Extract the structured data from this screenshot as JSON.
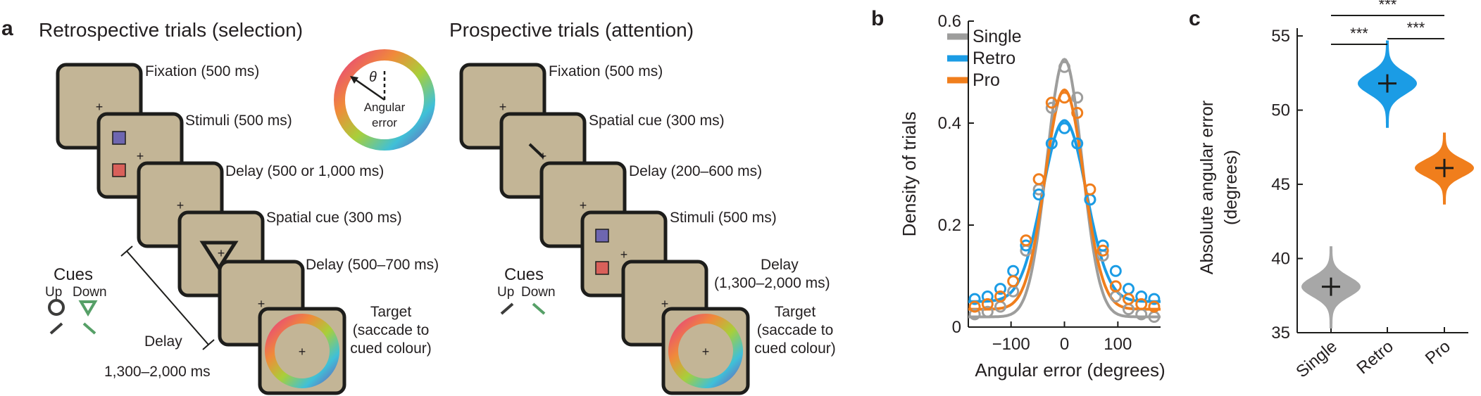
{
  "panel_a": {
    "label": "a",
    "retro": {
      "title": "Retrospective trials (selection)",
      "title_color": "#3b8fd1",
      "steps": [
        "Fixation (500 ms)",
        "Stimuli (500 ms)",
        "Delay (500 or 1,000 ms)",
        "Spatial cue (300 ms)",
        "Delay (500–700 ms)"
      ],
      "target": [
        "Target",
        "(saccade to",
        "cued colour)"
      ],
      "delay_label": "Delay",
      "delay_range": "1,300–2,000 ms",
      "cues": {
        "title": "Cues",
        "up": "Up",
        "down": "Down",
        "down_color": "#56a067"
      },
      "wheel": {
        "theta": "θ",
        "label_line1": "Angular",
        "label_line2": "error"
      }
    },
    "pro": {
      "title": "Prospective trials (attention)",
      "title_color": "#f0892b",
      "steps": [
        "Fixation (500 ms)",
        "Spatial cue (300 ms)",
        "Delay (200–600 ms)",
        "Stimuli (500 ms)",
        "Delay",
        "(1,300–2,000 ms)"
      ],
      "target": [
        "Target",
        "(saccade to",
        "cued colour)"
      ],
      "cues": {
        "title": "Cues",
        "up": "Up",
        "down": "Down"
      }
    },
    "stimulus_colors": {
      "upper": "#6e66b0",
      "lower": "#d9605a"
    }
  },
  "chart_data": [
    {
      "panel": "b",
      "type": "line",
      "xlabel": "Angular error (degrees)",
      "ylabel": "Density of trials",
      "xlim": [
        -180,
        180
      ],
      "ylim": [
        0,
        0.6
      ],
      "xticks": [
        "−100",
        "0",
        "100"
      ],
      "yticks": [
        "0",
        "0.2",
        "0.4",
        "0.6"
      ],
      "x": [
        -168,
        -144,
        -120,
        -96,
        -72,
        -48,
        -24,
        0,
        24,
        48,
        72,
        96,
        120,
        144,
        168
      ],
      "series": [
        {
          "name": "Single",
          "color": "#9d9d9c",
          "points": [
            0.025,
            0.03,
            0.04,
            0.07,
            0.15,
            0.27,
            0.43,
            0.51,
            0.45,
            0.25,
            0.14,
            0.06,
            0.035,
            0.025,
            0.02
          ],
          "curve_peak": 0.525,
          "curve_sd": 33,
          "curve_base": 0.02
        },
        {
          "name": "Retro",
          "color": "#1b9ce5",
          "points": [
            0.055,
            0.06,
            0.075,
            0.11,
            0.16,
            0.26,
            0.36,
            0.39,
            0.36,
            0.25,
            0.16,
            0.11,
            0.075,
            0.06,
            0.055
          ],
          "curve_peak": 0.405,
          "curve_sd": 41,
          "curve_base": 0.05
        },
        {
          "name": "Pro",
          "color": "#f07e1c",
          "points": [
            0.04,
            0.045,
            0.06,
            0.09,
            0.17,
            0.29,
            0.44,
            0.45,
            0.42,
            0.27,
            0.15,
            0.08,
            0.055,
            0.045,
            0.04
          ],
          "curve_peak": 0.465,
          "curve_sd": 36,
          "curve_base": 0.035
        }
      ],
      "legend": "top-left"
    },
    {
      "panel": "c",
      "type": "violin",
      "ylabel_line1": "Absolute angular error",
      "ylabel_line2": "(degrees)",
      "ylim": [
        35,
        56
      ],
      "yticks": [
        "35",
        "40",
        "45",
        "50",
        "55"
      ],
      "categories": [
        "Single",
        "Retro",
        "Pro"
      ],
      "colors": [
        "#a7a7a7",
        "#1b9ce5",
        "#f07e1c"
      ],
      "means": [
        38.1,
        51.8,
        46.1
      ],
      "spread": [
        1.6,
        1.7,
        1.4
      ],
      "significance": [
        {
          "pair": [
            "Single",
            "Retro"
          ],
          "label": "***"
        },
        {
          "pair": [
            "Retro",
            "Pro"
          ],
          "label": "***"
        },
        {
          "pair": [
            "Single",
            "Pro"
          ],
          "label": "***"
        }
      ]
    }
  ]
}
